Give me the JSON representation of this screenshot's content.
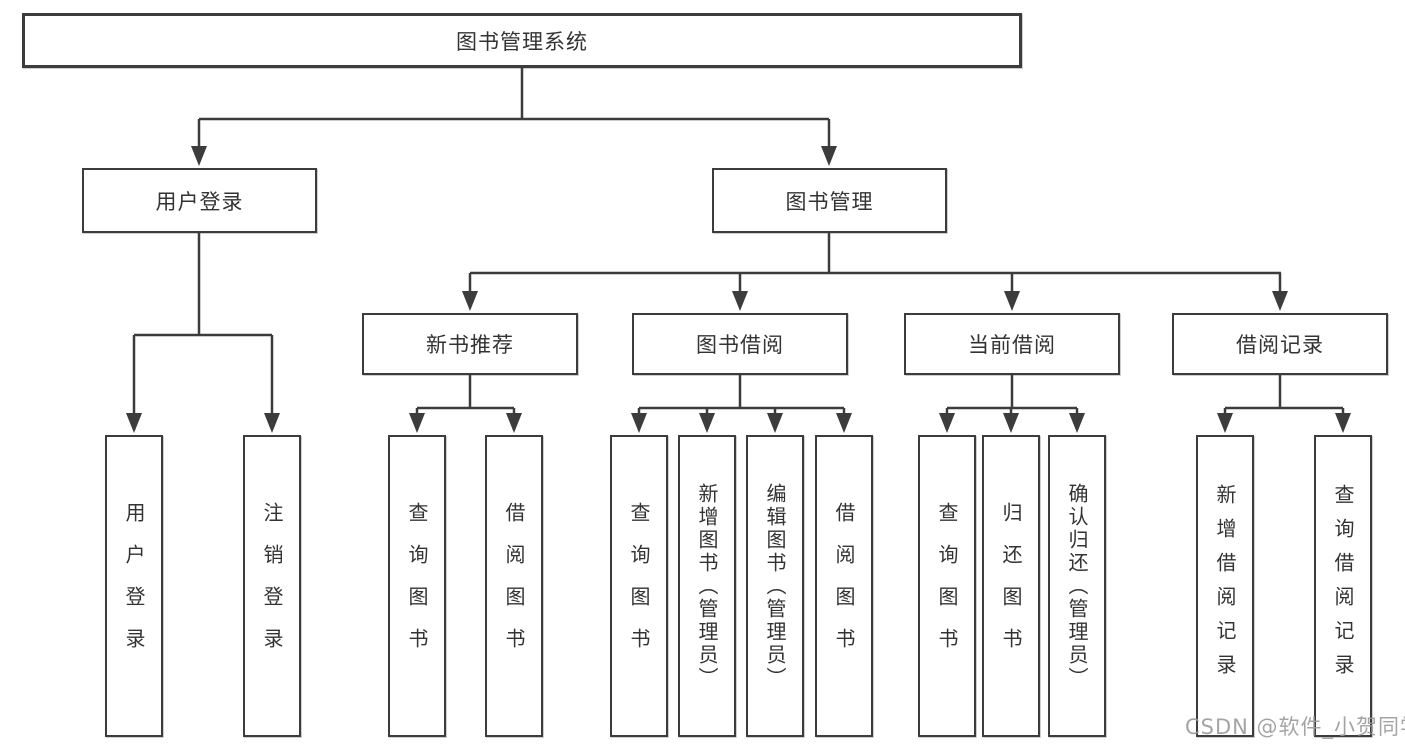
{
  "colors": {
    "line": "#3c3c3c",
    "box_border": "#3c3c3c",
    "text": "#333333",
    "watermark": "#9b9b9b",
    "background": "#ffffff"
  },
  "watermark": {
    "text": "CSDN @软件_小贺同学"
  },
  "diagram": {
    "root": {
      "label": "图书管理系统"
    },
    "level2": [
      {
        "label": "用户登录",
        "children": [
          {
            "label": "用户登录"
          },
          {
            "label": "注销登录"
          }
        ]
      },
      {
        "label": "图书管理",
        "children": [
          {
            "label": "新书推荐",
            "children": [
              {
                "label": "查询图书"
              },
              {
                "label": "借阅图书"
              }
            ]
          },
          {
            "label": "图书借阅",
            "children": [
              {
                "label": "查询图书"
              },
              {
                "label": "新增图书（管理员）"
              },
              {
                "label": "编辑图书（管理员）"
              },
              {
                "label": "借阅图书"
              }
            ]
          },
          {
            "label": "当前借阅",
            "children": [
              {
                "label": "查询图书"
              },
              {
                "label": "归还图书"
              },
              {
                "label": "确认归还（管理员）"
              }
            ]
          },
          {
            "label": "借阅记录",
            "children": [
              {
                "label": "新增借阅记录"
              },
              {
                "label": "查询借阅记录"
              }
            ]
          }
        ]
      }
    ]
  }
}
